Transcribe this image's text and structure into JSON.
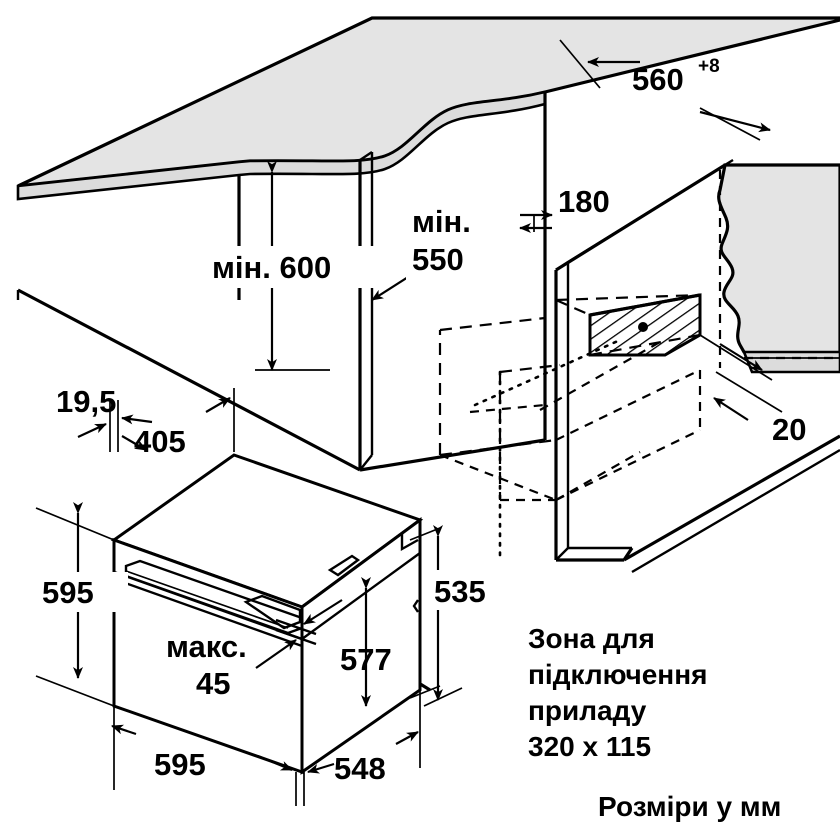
{
  "drawing": {
    "title": "Built-in oven installation dimensions",
    "units_note": "Розміри у мм",
    "connection_zone": {
      "line1": "Зона для",
      "line2": "підключення",
      "line3": "приладу",
      "line4": "320 x 115"
    },
    "dimensions": {
      "niche_height_min": "мін. 600",
      "niche_depth_min_line1": "мін.",
      "niche_depth_min_line2": "550",
      "niche_width": "560",
      "niche_width_tolerance": "+8",
      "offset_180": "180",
      "rear_gap_20": "20",
      "panel_thickness": "19,5",
      "door_front_depth": "405",
      "appliance_height": "595",
      "door_gap_line1": "макс.",
      "door_gap_line2": "45",
      "body_height": "577",
      "body_depth_535": "535",
      "appliance_width": "595",
      "body_depth_548": "548"
    },
    "colors": {
      "ink": "#000000",
      "worktop_fill": "#e4e4e4",
      "panel_fill": "#dcdcdc",
      "background": "#ffffff"
    }
  }
}
